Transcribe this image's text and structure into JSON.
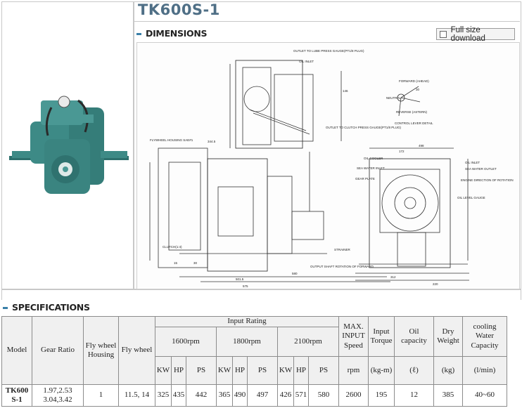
{
  "page": {
    "title": "TK600S-1",
    "dimensions_heading": "DIMENSIONS",
    "specifications_heading": "SPECIFICATIONS",
    "download_label": "Full size download"
  },
  "drawing": {
    "labels": {
      "outlet_lube": "OUTLET TO LUBE PRESS GAUGE(PT1/8 PLUG)",
      "oil_inlet": "OIL INLET",
      "outlet_clutch": "OUTLET TO CLUTCH PRESS GAUGE(PT1/8 PLUG)",
      "forward": "FORWARD (AHEAD)",
      "neutral": "NEUTRAL",
      "reverse": "REVERSE (ASTERN)",
      "control_lever": "CONTROL LEVER DETAIL",
      "flywheel_housing": "FLYWHEEL HOUSING SAE#1",
      "oil_cooler": "OIL COOLER",
      "sea_water_inlet": "SEA WATER INLET",
      "gear_plate": "GEAR PLATE",
      "oil_inlet2": "OIL INLET",
      "sea_water_outlet": "SEA WATER OUTLET",
      "engine_rotation": "ENGINE DIRECTION OF ROTATION",
      "oil_level": "OIL LEVEL GAUGE",
      "strainer": "STRAINER",
      "clutch": "CLUTCH(1:4)",
      "output_shaft": "OUTPUT SHAFT ROTATION OF FORWARD",
      "dim_angle": "30",
      "dim_172": "172",
      "dim_498": "498",
      "dim_344": "344.5",
      "dim_580": "580",
      "dim_501": "501.5",
      "dim_575": "575",
      "dim_312": "312",
      "dim_220": "220",
      "dim_30": "30",
      "dim_15": "15",
      "dim_146": "146"
    }
  },
  "table": {
    "headers": {
      "model": "Model",
      "gear_ratio": "Gear Ratio",
      "fly_wheel_housing": "Fly wheel Housing",
      "fly_wheel": "Fly wheel",
      "input_rating": "Input Rating",
      "rpm1600": "1600rpm",
      "rpm1800": "1800rpm",
      "rpm2100": "2100rpm",
      "max_input_speed": "MAX. INPUT Speed",
      "input_torque": "Input Torque",
      "oil_capacity": "Oil capacity",
      "dry_weight": "Dry Weight",
      "cooling_water": "cooling Water Capacity"
    },
    "units": {
      "kw": "KW",
      "hp": "HP",
      "ps": "PS",
      "rpm": "rpm",
      "torque": "(kg-m)",
      "oil": "(ℓ)",
      "weight": "(kg)",
      "water": "(l/min)"
    },
    "row": {
      "model": "TK600 S-1",
      "gear_ratio": "1.97,2.53 3.04,3.42",
      "fly_wheel_housing": "1",
      "fly_wheel": "11.5, 14",
      "kw1600": "325",
      "hp1600": "435",
      "ps1600": "442",
      "kw1800": "365",
      "hp1800": "490",
      "ps1800": "497",
      "kw2100": "426",
      "hp2100": "571",
      "ps2100": "580",
      "max_speed": "2600",
      "torque": "195",
      "oil": "12",
      "weight": "385",
      "water": "40~60"
    }
  },
  "colors": {
    "gearbox_green": "#3d8a86",
    "heading_blue": "#4f6f86",
    "accent": "#3a7fa8"
  }
}
